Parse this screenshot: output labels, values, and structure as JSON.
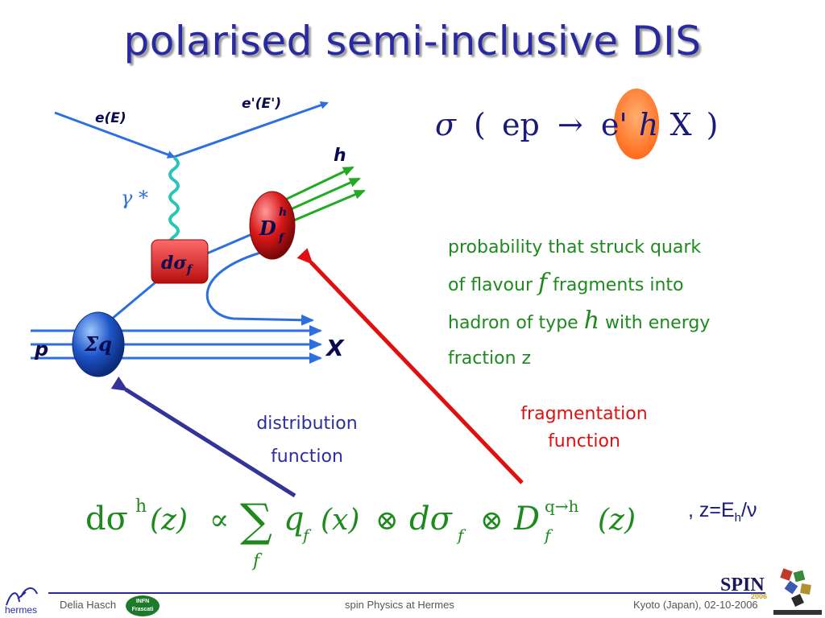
{
  "title": "polarised semi-inclusive DIS",
  "reaction": {
    "sigma": "σ",
    "open": "(",
    "ep": "ep",
    "arrow": "→",
    "eprime": "e'",
    "h": "h",
    "X": "X",
    "close": ")"
  },
  "diagram": {
    "e_in": "e(E)",
    "e_out": "e'(E')",
    "gamma": "γ *",
    "hadron": "h",
    "proton": "p",
    "X": "X",
    "sum_q": "Σq",
    "dsigma": "dσ",
    "dsigma_sub": "f",
    "D": "D",
    "D_sup": "h",
    "D_sub": "f"
  },
  "description": {
    "line1": "probability that struck quark",
    "line2_a": "of flavour",
    "line2_f": "f",
    "line2_b": "fragments into",
    "line3_a": "hadron of type",
    "line3_h": "h",
    "line3_b": "with energy",
    "line4": "fraction z"
  },
  "labels": {
    "distribution_1": "distribution",
    "distribution_2": "function",
    "fragmentation_1": "fragmentation",
    "fragmentation_2": "function"
  },
  "formula": {
    "lhs": "dσ",
    "lhs_sup": "h",
    "z_arg": "(z)",
    "prop": "∝",
    "sum": "∑",
    "sum_sub": "f",
    "q": "q",
    "q_sub": "f",
    "x_arg": "(x)",
    "otimes1": "⊗",
    "dsig": "dσ",
    "dsig_sub": "f",
    "otimes2": "⊗",
    "D": "D",
    "D_sup": "q→h",
    "D_sub": "f",
    "z_arg2": "(z)"
  },
  "zdef": {
    "text": ", z=E",
    "sub": "h",
    "tail": "/ν"
  },
  "footer": {
    "author": "Delia Hasch",
    "talk": "spin Physics at Hermes",
    "place_date": "Kyoto (Japan), 02-10-2006",
    "hermes": "hermes",
    "infn_1": "INFN",
    "infn_2": "Frascati",
    "spin": "SPIN",
    "spin_year": "2006"
  },
  "colors": {
    "title": "#2a2aa0",
    "green": "#1e8a1e",
    "red": "#e01010",
    "blue_arrow": "#333399",
    "beam": "#2e6fe0"
  }
}
